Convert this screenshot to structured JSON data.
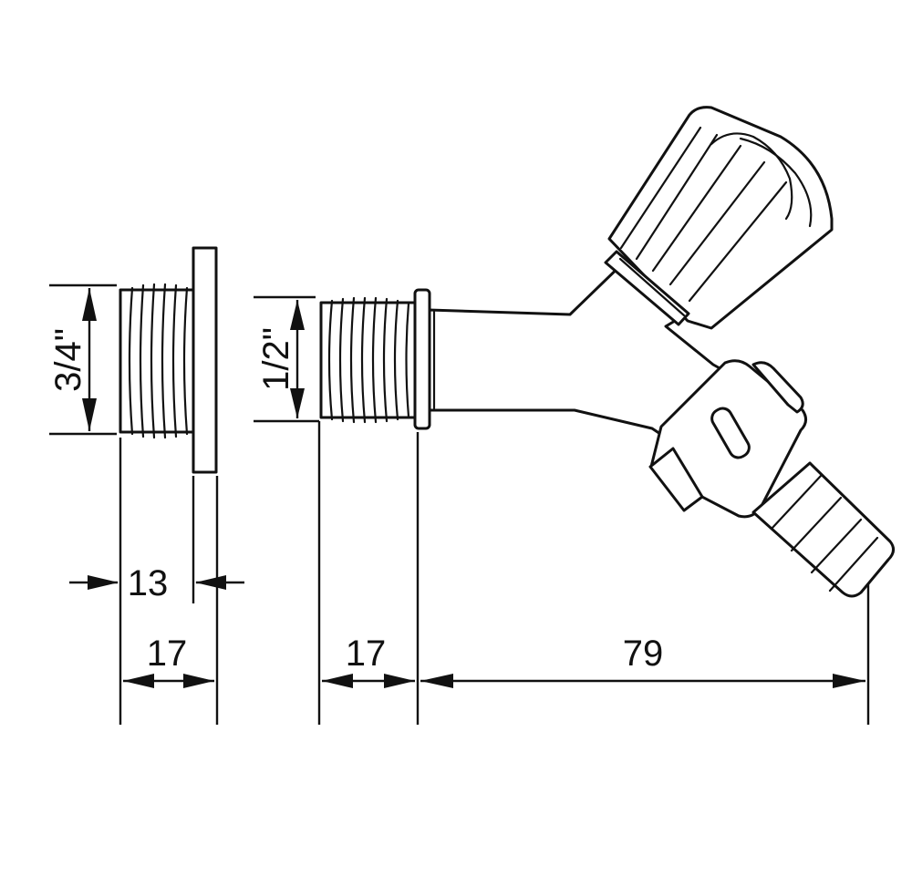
{
  "dimensions": {
    "thread_left": "3/4\"",
    "thread_right": "1/2\"",
    "nut_13": "13",
    "nut_17": "17",
    "tap_17": "17",
    "tap_79": "79"
  },
  "colors": {
    "line": "#111111",
    "background": "#ffffff"
  }
}
